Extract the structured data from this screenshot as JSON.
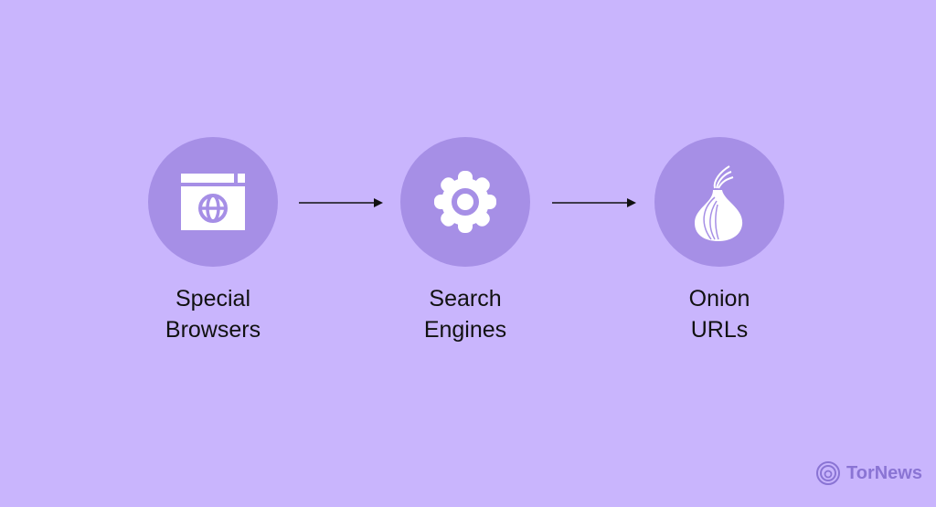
{
  "steps": [
    {
      "label_line1": "Special",
      "label_line2": "Browsers",
      "icon": "browser-globe-icon"
    },
    {
      "label_line1": "Search",
      "label_line2": "Engines",
      "icon": "gear-icon"
    },
    {
      "label_line1": "Onion",
      "label_line2": "URLs",
      "icon": "onion-icon"
    }
  ],
  "brand": {
    "name": "TorNews",
    "icon": "tornews-logo-icon"
  },
  "colors": {
    "background": "#c9b5fd",
    "circle": "#a68fe6",
    "icon": "#ffffff",
    "text": "#111111",
    "brand": "#8a74d4"
  }
}
